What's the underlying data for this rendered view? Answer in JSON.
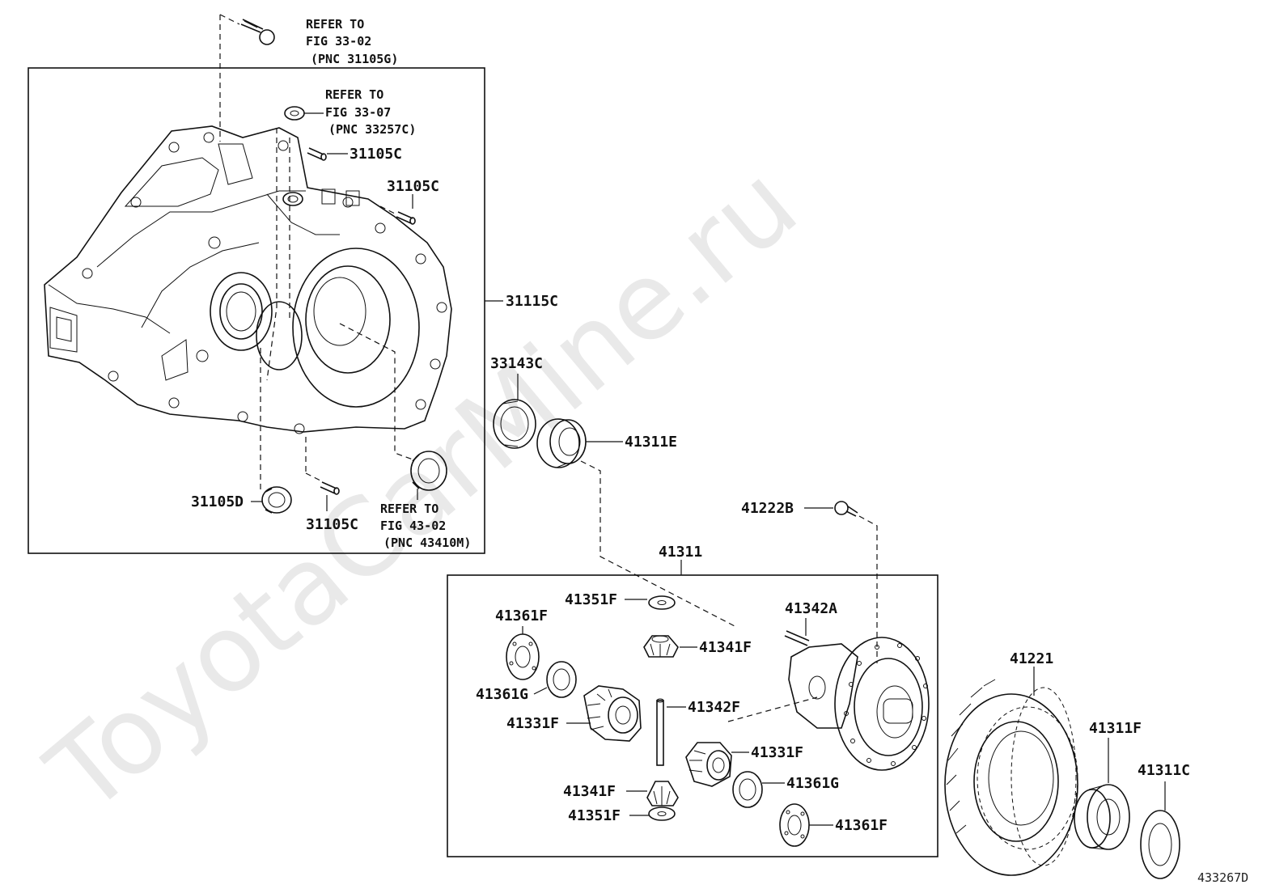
{
  "watermark": "ToyotaCarMine.ru",
  "figure_code": "433267D",
  "references": {
    "top_bolt": [
      "REFER TO",
      "FIG 33-02",
      "(PNC 31105G)"
    ],
    "washer": [
      "REFER TO",
      "FIG 33-07",
      "(PNC 33257C)"
    ],
    "seal": [
      "REFER TO",
      "FIG 43-02",
      "(PNC 43410M)"
    ]
  },
  "labels": {
    "p31105c_a": "31105C",
    "p31105c_b": "31105C",
    "p31105c_c": "31105C",
    "p31105d": "31105D",
    "p31115c": "31115C",
    "p33143c": "33143C",
    "p41311e": "41311E",
    "p41222b": "41222B",
    "p41311": "41311",
    "p41351f_top": "41351F",
    "p41361f_left": "41361F",
    "p41341f_top": "41341F",
    "p41342a": "41342A",
    "p41361g_left": "41361G",
    "p41331f_left": "41331F",
    "p41342f": "41342F",
    "p41331f_right": "41331F",
    "p41341f_bottom": "41341F",
    "p41361g_right": "41361G",
    "p41351f_bottom": "41351F",
    "p41361f_right": "41361F",
    "p41221": "41221",
    "p41311f": "41311F",
    "p41311c": "41311C"
  }
}
